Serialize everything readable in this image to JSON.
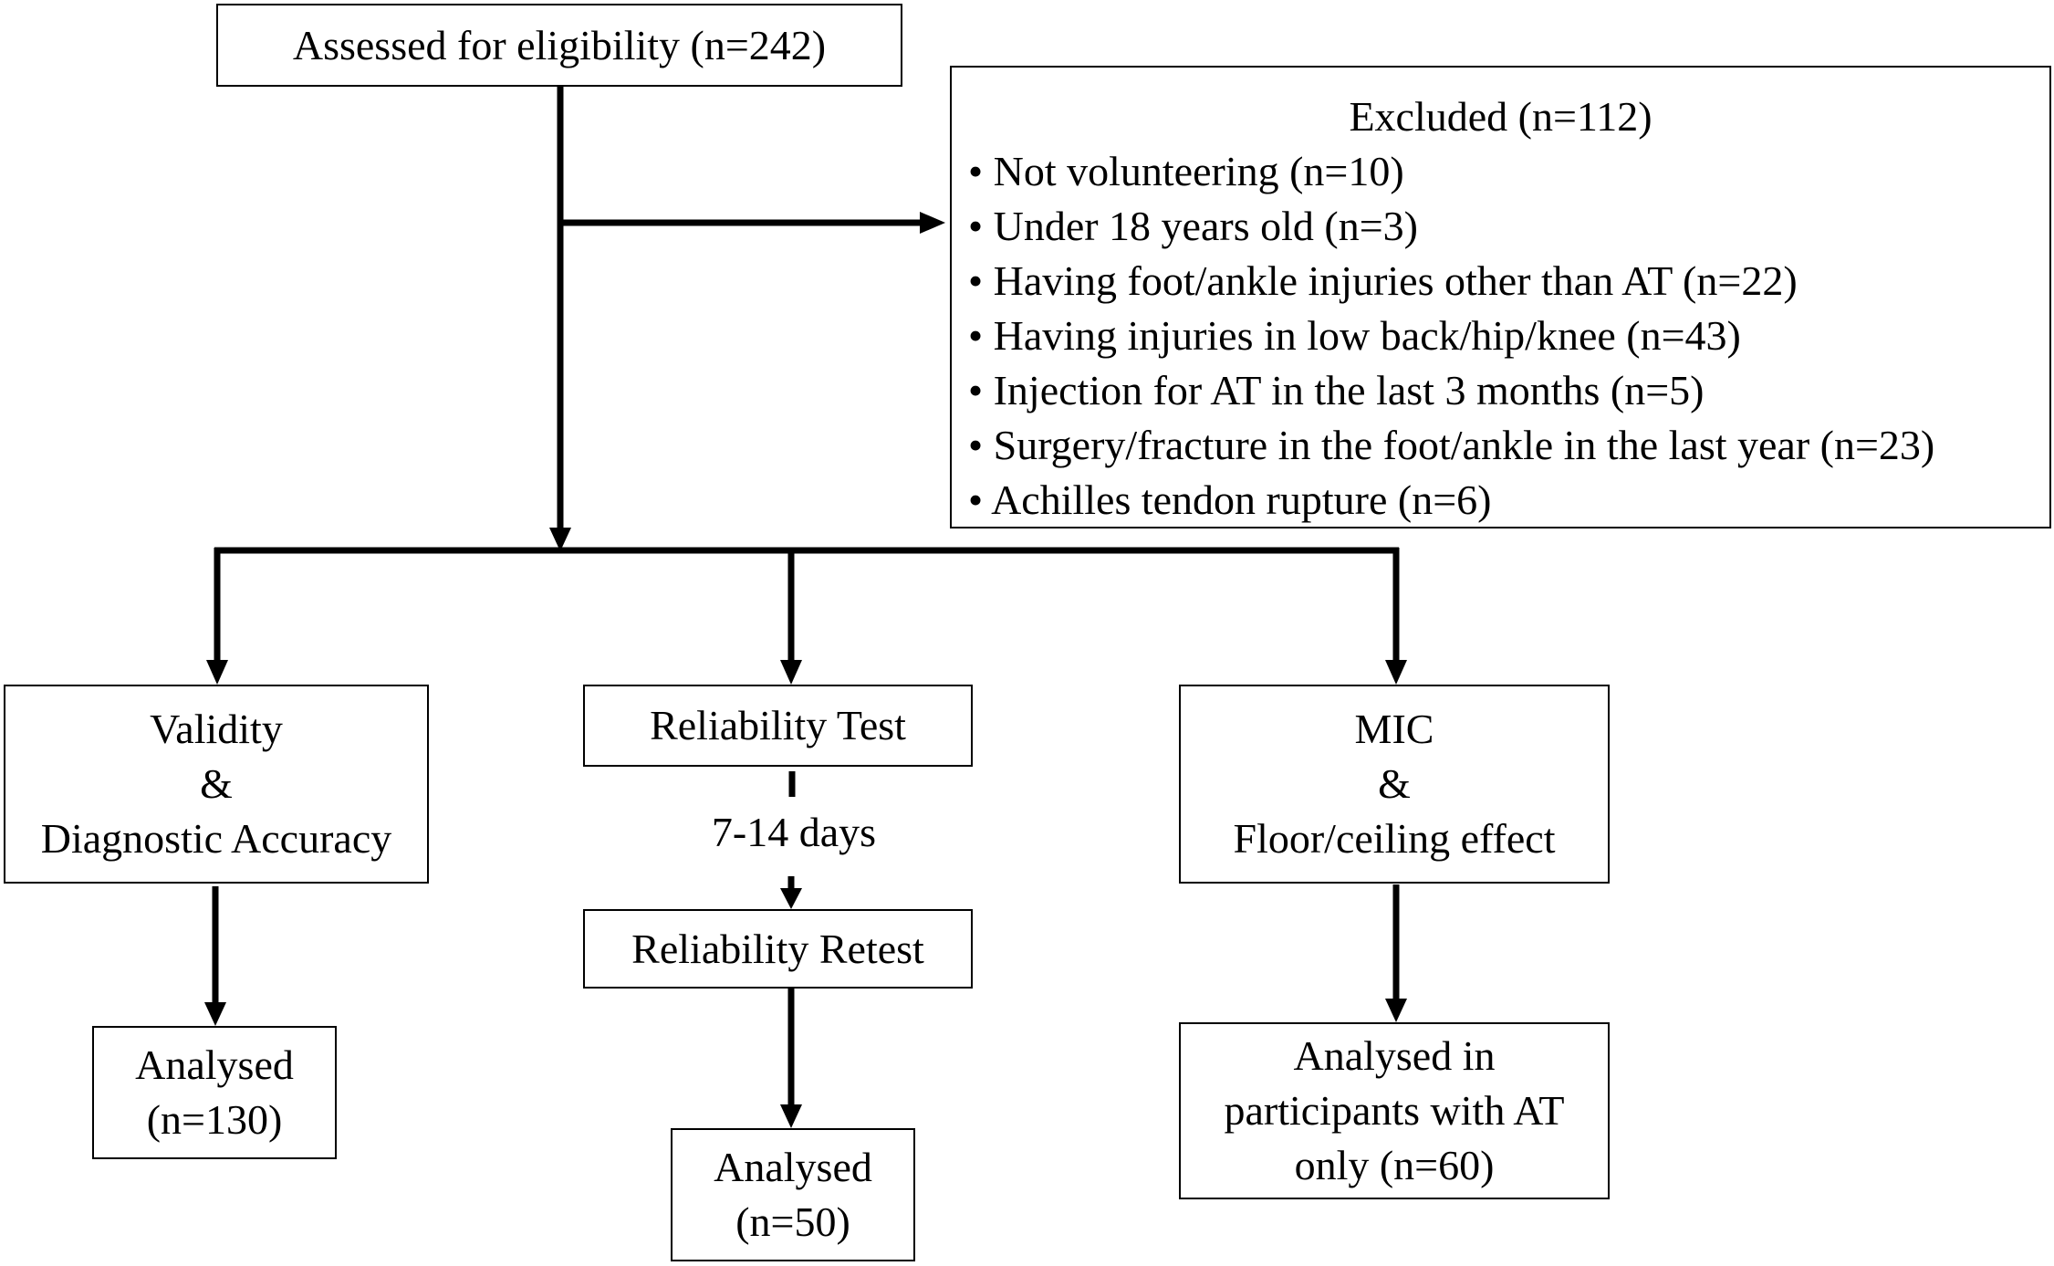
{
  "diagram": {
    "assessed": "Assessed for eligibility (n=242)",
    "excluded": {
      "title": "Excluded (n=112)",
      "items": [
        "• Not volunteering (n=10)",
        "• Under 18 years old (n=3)",
        "• Having foot/ankle injuries other than AT (n=22)",
        "• Having injuries in low back/hip/knee (n=43)",
        "• Injection for AT in the last 3 months (n=5)",
        "• Surgery/fracture in the foot/ankle in the last year (n=23)",
        "• Achilles tendon rupture (n=6)"
      ]
    },
    "validity": {
      "line1": "Validity",
      "line2": "&",
      "line3": "Diagnostic Accuracy"
    },
    "reliability_test": "Reliability Test",
    "interval": "7-14 days",
    "reliability_retest": "Reliability Retest",
    "mic": {
      "line1": "MIC",
      "line2": "&",
      "line3": "Floor/ceiling effect"
    },
    "analysed_validity": {
      "line1": "Analysed",
      "line2": "(n=130)"
    },
    "analysed_reliability": {
      "line1": "Analysed",
      "line2": "(n=50)"
    },
    "analysed_mic": {
      "line1": "Analysed in",
      "line2": "participants with AT",
      "line3": "only (n=60)"
    }
  }
}
